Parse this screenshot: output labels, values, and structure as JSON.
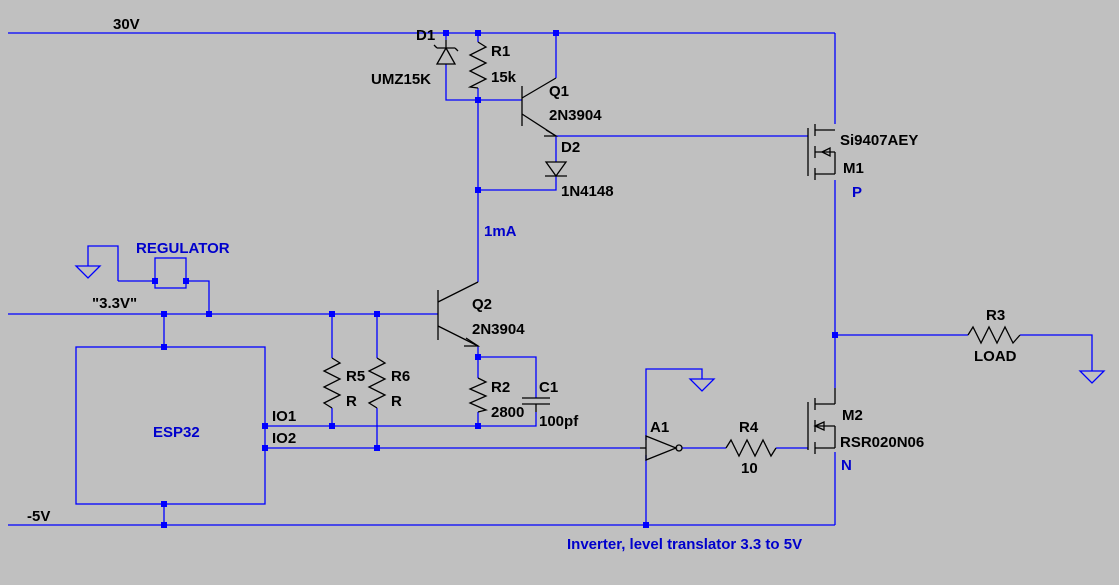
{
  "nets": {
    "v30": "30V",
    "v33": "\"3.3V\"",
    "vneg5": "-5V",
    "io1": "IO1",
    "io2": "IO2",
    "current": "1mA",
    "p_node": "P",
    "n_node": "N"
  },
  "components": {
    "d1": {
      "ref": "D1",
      "value": "UMZ15K"
    },
    "r1": {
      "ref": "R1",
      "value": "15k"
    },
    "q1": {
      "ref": "Q1",
      "value": "2N3904"
    },
    "d2": {
      "ref": "D2",
      "value": "1N4148"
    },
    "m1": {
      "ref": "M1",
      "value": "Si9407AEY"
    },
    "q2": {
      "ref": "Q2",
      "value": "2N3904"
    },
    "r2": {
      "ref": "R2",
      "value": "2800"
    },
    "c1": {
      "ref": "C1",
      "value": "100pf"
    },
    "r5": {
      "ref": "R5",
      "value": "R"
    },
    "r6": {
      "ref": "R6",
      "value": "R"
    },
    "r3": {
      "ref": "R3",
      "value": "LOAD"
    },
    "m2": {
      "ref": "M2",
      "value": "RSR020N06"
    },
    "a1": {
      "ref": "A1"
    },
    "r4": {
      "ref": "R4",
      "value": "10"
    },
    "esp32": {
      "label": "ESP32"
    },
    "regulator": {
      "label": "REGULATOR"
    }
  },
  "annotations": {
    "inverter": "Inverter, level translator 3.3 to 5V"
  },
  "colors": {
    "background": "#c0c0c0",
    "wire": "#0000ff",
    "component": "#000000",
    "net_label": "#0000cc"
  }
}
